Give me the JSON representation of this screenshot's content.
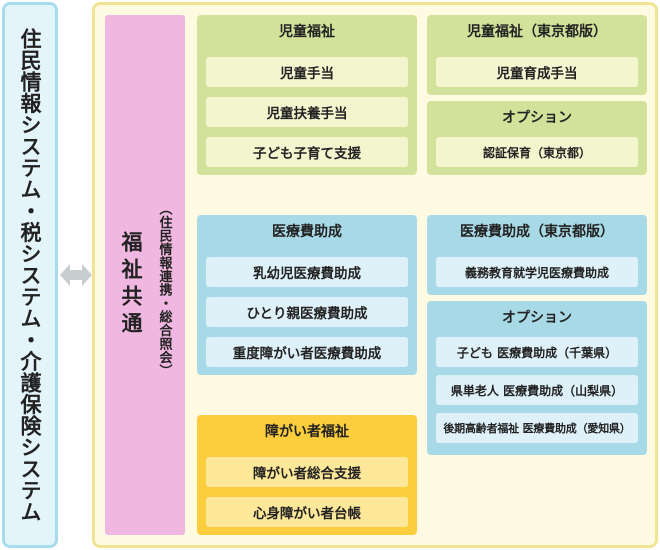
{
  "left_system": {
    "label": "住民情報システム・税システム・介護保険システム"
  },
  "arrow": {
    "icon": "double-arrow-icon",
    "color": "#c8cdd0"
  },
  "common": {
    "title": "福祉共通",
    "subtitle": "（住民情報連携・総合照会）"
  },
  "groups": {
    "child_welfare": {
      "title": "児童福祉",
      "items": [
        "児童手当",
        "児童扶養手当",
        "子ども子育て支援"
      ]
    },
    "child_welfare_tokyo": {
      "title": "児童福祉（東京都版）",
      "items": [
        "児童育成手当"
      ]
    },
    "child_option": {
      "title": "オプション",
      "items": [
        "認証保育（東京都）"
      ]
    },
    "medical": {
      "title": "医療費助成",
      "items": [
        "乳幼児医療費助成",
        "ひとり親医療費助成",
        "重度障がい者医療費助成"
      ]
    },
    "medical_tokyo": {
      "title": "医療費助成（東京都版）",
      "items": [
        "義務教育就学児医療費助成"
      ]
    },
    "medical_option": {
      "title": "オプション",
      "items": [
        "子ども 医療費助成（千葉県）",
        "県単老人 医療費助成（山梨県）",
        "後期高齢者福祉 医療費助成（愛知県）"
      ]
    },
    "disability": {
      "title": "障がい者福祉",
      "items": [
        "障がい者総合支援",
        "心身障がい者台帳"
      ]
    }
  },
  "colors": {
    "green_group": "#d3e29b",
    "green_item": "#f3f5cf",
    "blue_group": "#a8d9e6",
    "blue_item": "#def1f8",
    "yellow_group": "#fccd3d",
    "yellow_item": "#fde799",
    "common": "#f0b8e0",
    "frame": "#fffbe3"
  }
}
